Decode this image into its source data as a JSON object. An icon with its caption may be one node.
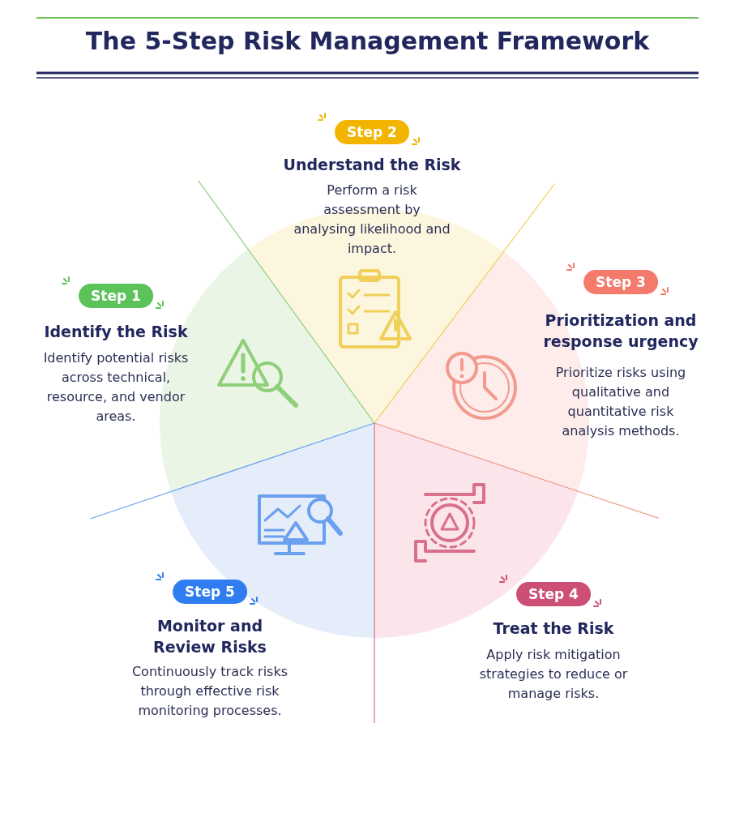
{
  "diagram": {
    "title": "The 5-Step Risk Management Framework",
    "nodes": [
      {
        "text": [
          "Step 1"
        ],
        "beside": [
          "Identify the Risk",
          "Identify potential risks across technical, resource, and vendor areas."
        ]
      },
      {
        "text": [
          "Step 2"
        ],
        "beside": [
          "Understand the Risk",
          "Perform a risk assessment by analysing likelihood and impact."
        ]
      },
      {
        "text": [
          "Step 3"
        ],
        "beside": [
          "Prioritization and response urgency",
          "Prioritize risks using qualitative and quantitative risk analysis methods."
        ]
      },
      {
        "text": [
          "Step 4"
        ],
        "beside": [
          "Treat the Risk",
          "Apply risk mitigation strategies to reduce or manage risks."
        ]
      },
      {
        "text": [
          "Step 5"
        ],
        "beside": [
          "Monitor and Review Risks",
          "Continuously track risks through effective risk monitoring processes."
        ]
      }
    ]
  }
}
